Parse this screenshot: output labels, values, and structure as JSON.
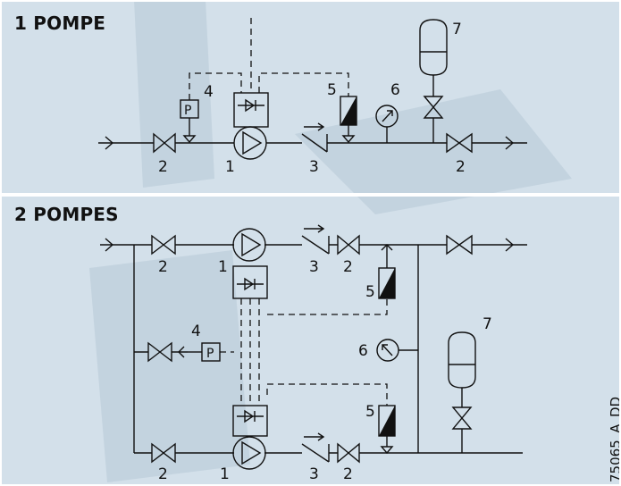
{
  "section_1": {
    "title": "1 POMPE",
    "labels": {
      "valve_in": "2",
      "pump": "1",
      "check_valve": "3",
      "valve_out": "2",
      "pressure_switch": "4",
      "pressure_switch_symbol": "P",
      "sensor": "5",
      "gauge": "6",
      "tank": "7"
    }
  },
  "section_2": {
    "title": "2 POMPES",
    "labels": {
      "valve_top": "2",
      "pump_top": "1",
      "check_top": "3",
      "valve_top_out": "2",
      "sensor_top": "5",
      "pressure_switch": "4",
      "pressure_switch_symbol": "P",
      "gauge": "6",
      "tank": "7",
      "sensor_bottom": "5",
      "valve_bottom": "2",
      "pump_bottom": "1",
      "check_bottom": "3",
      "valve_bottom_out": "2"
    }
  },
  "figure_code": "75065_A_DD",
  "colors": {
    "background": "#d3e0ea",
    "ink": "#111111",
    "divider": "#ffffff"
  }
}
